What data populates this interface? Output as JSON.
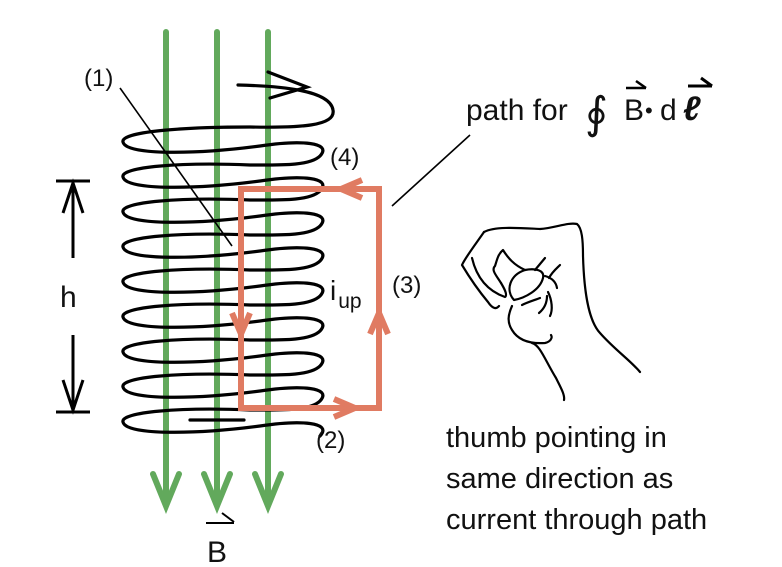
{
  "labels": {
    "segment_1": "(1)",
    "segment_2": "(2)",
    "segment_3": "(3)",
    "segment_4": "(4)",
    "height": "h",
    "current_main": "i",
    "current_sub": "up",
    "field": "B",
    "path_prefix": "path for ",
    "integral_symbol": "∮",
    "integrand_B": "B",
    "integrand_dot": "•",
    "integrand_d": "d",
    "integrand_l": "ℓ",
    "caption_lines": [
      "thumb pointing in",
      "same direction as",
      "current through path"
    ]
  },
  "colors": {
    "field_lines": "#62a95c",
    "amperian_path": "#e07b62",
    "coil": "#000000",
    "text": "#111111"
  },
  "icons": {
    "hand": "right-hand-fist-icon"
  }
}
